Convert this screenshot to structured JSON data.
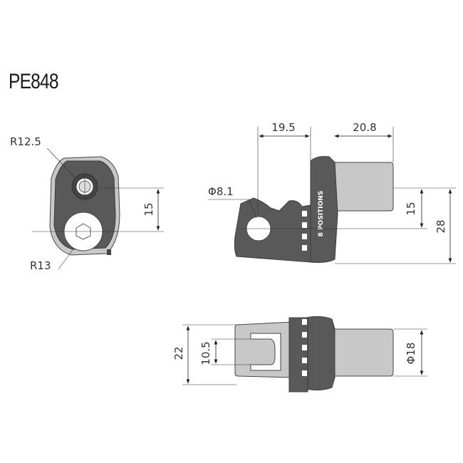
{
  "title": "PE848",
  "labels": {
    "r_top": "R12.5",
    "r_bottom": "R13",
    "front_height": "15",
    "diameter_hole": "8.1",
    "diameter_prefix": "Φ",
    "width_left": "19.5",
    "width_right": "20.8",
    "side_height_small": "15",
    "side_height_total": "28",
    "positions_mark": "8 POSITIONS",
    "bottom_height_total": "22",
    "bottom_height_slot": "10.5",
    "bottom_diameter": "18"
  },
  "colors": {
    "body_dark": "#595959",
    "body_light": "#c8c8c8",
    "line": "#222222"
  }
}
